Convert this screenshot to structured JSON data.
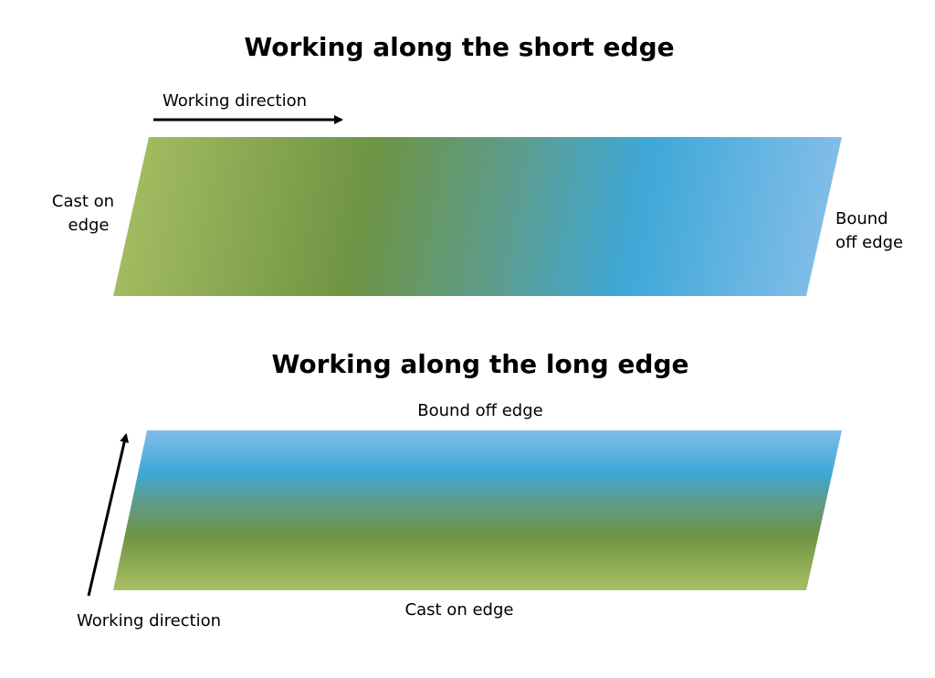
{
  "colors": {
    "green_light": "#a9c064",
    "green_dark": "#6e9444",
    "teal": "#5e9c8a",
    "blue": "#3ea8d8",
    "blue_light": "#82bde8",
    "arrow": "#000000"
  },
  "short_edge": {
    "title": "Working along the short edge",
    "direction_label": "Working direction",
    "cast_on_label_line1": "Cast on",
    "cast_on_label_line2": "edge",
    "bound_off_label_line1": "Bound",
    "bound_off_label_line2": "off edge"
  },
  "long_edge": {
    "title": "Working along the long edge",
    "bound_off_label": "Bound off edge",
    "cast_on_label": "Cast on edge",
    "direction_label": "Working direction"
  }
}
